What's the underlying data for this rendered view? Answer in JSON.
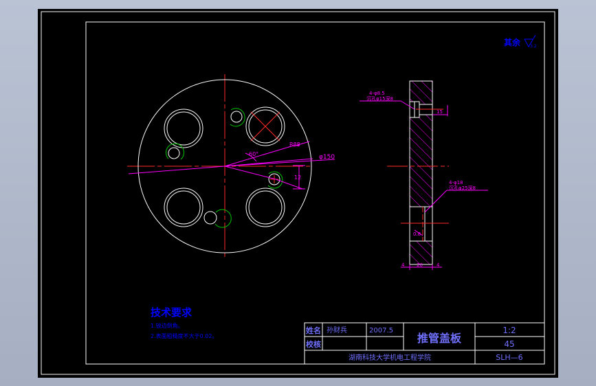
{
  "colors": {
    "background": "#000000",
    "frame": "#ffffff",
    "centerline": "#ff2a2a",
    "dimension": "#ff00ff",
    "annotation": "#0000ff",
    "accent": "#00c800",
    "title_text": "#7070ff"
  },
  "drawing": {
    "surface_finish": "其余",
    "front_view": {
      "dim_angle": "60°",
      "dim_radius_large": "R88",
      "dim_diameter": "φ150",
      "dim_offset": "12"
    },
    "side_view": {
      "hole_top_size": "4-φ8.5",
      "hole_top_note": "沉孔φ15深8",
      "hole_bottom_size": "4-φ18",
      "hole_bottom_note": "沉孔φ25深8",
      "dim_counterbore": "15",
      "dim_chamfer": "0.8",
      "dim_width_left": "4",
      "dim_width_main": "20",
      "dim_width_right": "4"
    },
    "tech_requirements": {
      "title": "技术要求",
      "items": [
        "1.锐边倒角。",
        "2.表面粗糙度不大于0.02。"
      ]
    },
    "title_block": {
      "designer_label": "姓名",
      "checker_label": "校核",
      "designer_name": "孙财兵",
      "date": "2007.5",
      "part_name": "推管盖板",
      "scale": "1:2",
      "material": "45",
      "school": "湖南科技大学机电工程学院",
      "drawing_no": "SLH—6"
    }
  }
}
